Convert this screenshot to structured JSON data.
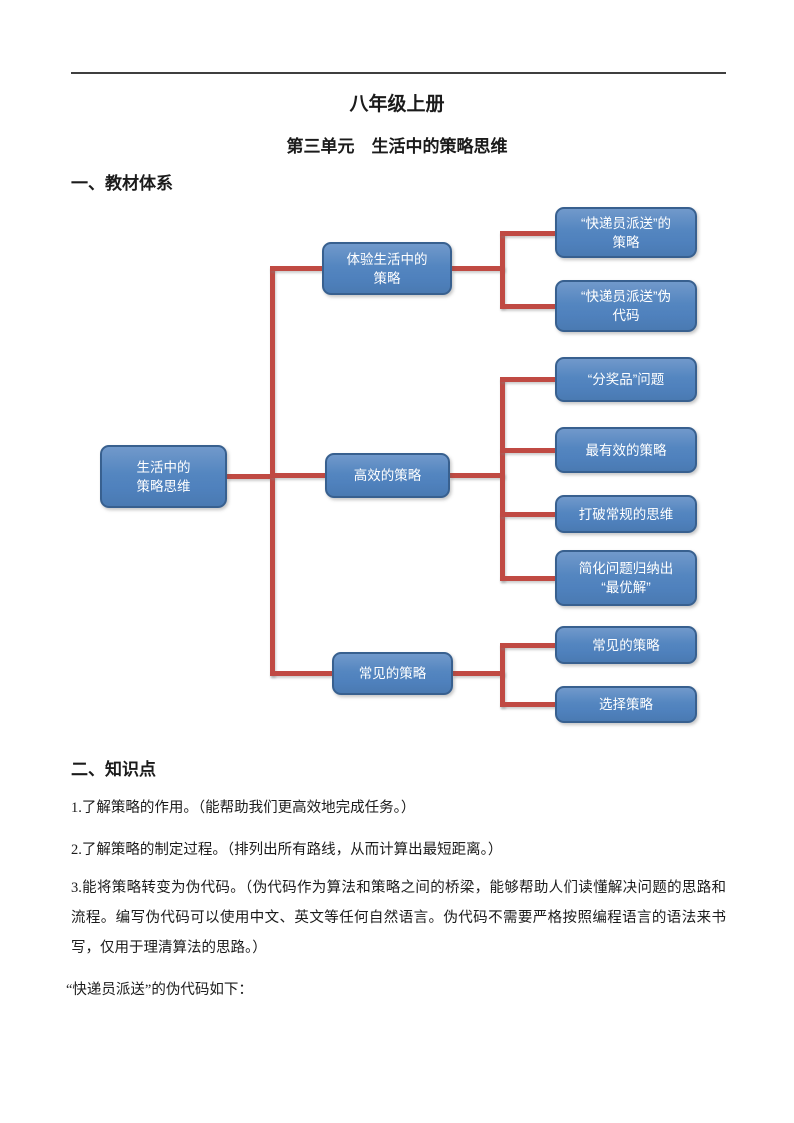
{
  "document": {
    "title": "八年级上册",
    "subtitle": "第三单元　生活中的策略思维",
    "section_1": {
      "heading": "一、教材体系"
    },
    "section_2": {
      "heading": "二、知识点"
    }
  },
  "diagram": {
    "root": {
      "label": "生活中的\n策略思维"
    },
    "branches": [
      {
        "label": "体验生活中的\n策略",
        "children": [
          {
            "label": "“快递员派送”的\n策略"
          },
          {
            "label": "“快递员派送”伪\n代码"
          }
        ]
      },
      {
        "label": "高效的策略",
        "children": [
          {
            "label": "“分奖品”问题"
          },
          {
            "label": "最有效的策略"
          },
          {
            "label": "打破常规的思维"
          },
          {
            "label": "简化问题归纳出\n“最优解”"
          }
        ]
      },
      {
        "label": "常见的策略",
        "children": [
          {
            "label": "常见的策略"
          },
          {
            "label": "选择策略"
          }
        ]
      }
    ],
    "colors": {
      "node_fill": "#4f81bd",
      "node_fill_light": "#7199cb",
      "node_border": "#38608f",
      "node_text": "#ffffff",
      "connector": "#c04a43"
    }
  },
  "knowledge_points": [
    "1.了解策略的作用。（能帮助我们更高效地完成任务。）",
    "2.了解策略的制定过程。（排列出所有路线，从而计算出最短距离。）",
    "3.能将策略转变为伪代码。（伪代码作为算法和策略之间的桥梁，能够帮助人们读懂解决问题的思路和流程。编写伪代码可以使用中文、英文等任何自然语言。伪代码不需要严格按照编程语言的语法来书写，仅用于理清算法的思路。）"
  ],
  "closing_line": "“快递员派送”的伪代码如下："
}
